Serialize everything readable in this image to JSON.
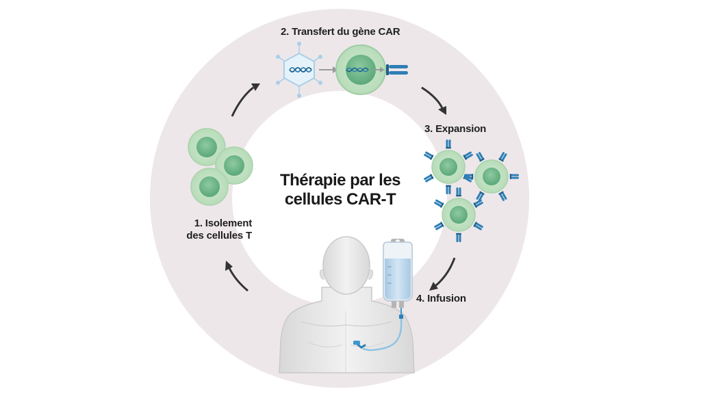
{
  "title": {
    "line1": "Thérapie par les",
    "line2": "cellules CAR-T"
  },
  "steps": [
    {
      "line1": "1. Isolement",
      "line2": "des cellules T"
    },
    {
      "label": "2. Transfert du gène CAR"
    },
    {
      "label": "3. Expansion"
    },
    {
      "label": "4. Infusion"
    }
  ],
  "colors": {
    "ring": "#ede7ea",
    "cell_outer": "#c4e3c4",
    "cell_inner": "#6fb88a",
    "receptor": "#2e7fb5",
    "arrow": "#333333",
    "virus": "#a9cfe6",
    "bag_fluid": "#b9d6ec",
    "body": "#e6e6e6"
  }
}
